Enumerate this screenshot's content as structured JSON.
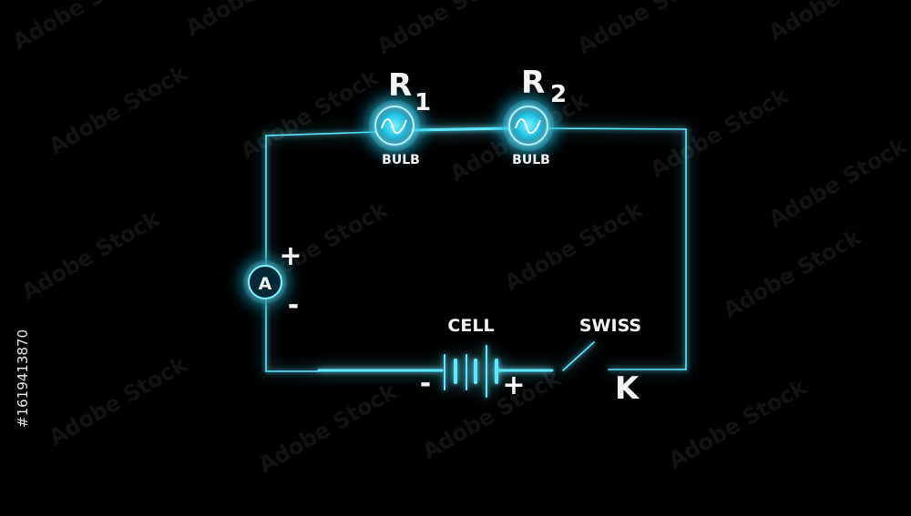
{
  "colors": {
    "background": "#000000",
    "wire": "#5fe8ff",
    "glow": "#19c8ff",
    "text": "#f4f4f4"
  },
  "components": {
    "r1": {
      "letter": "R",
      "subscript": "1",
      "caption": "BULB",
      "icon": "bulb-icon"
    },
    "r2": {
      "letter": "R",
      "subscript": "2",
      "caption": "BULB",
      "icon": "bulb-icon"
    },
    "ammeter": {
      "symbol": "A",
      "plus": "+",
      "minus": "-",
      "icon": "ammeter-icon"
    },
    "cell": {
      "label": "CELL",
      "minus": "-",
      "plus": "+",
      "icon": "cell-icon"
    },
    "switch": {
      "label": "SWISS",
      "key": "K",
      "icon": "switch-icon"
    }
  },
  "watermark": {
    "text": "Adobe Stock",
    "side_id": "#161941387​0"
  }
}
